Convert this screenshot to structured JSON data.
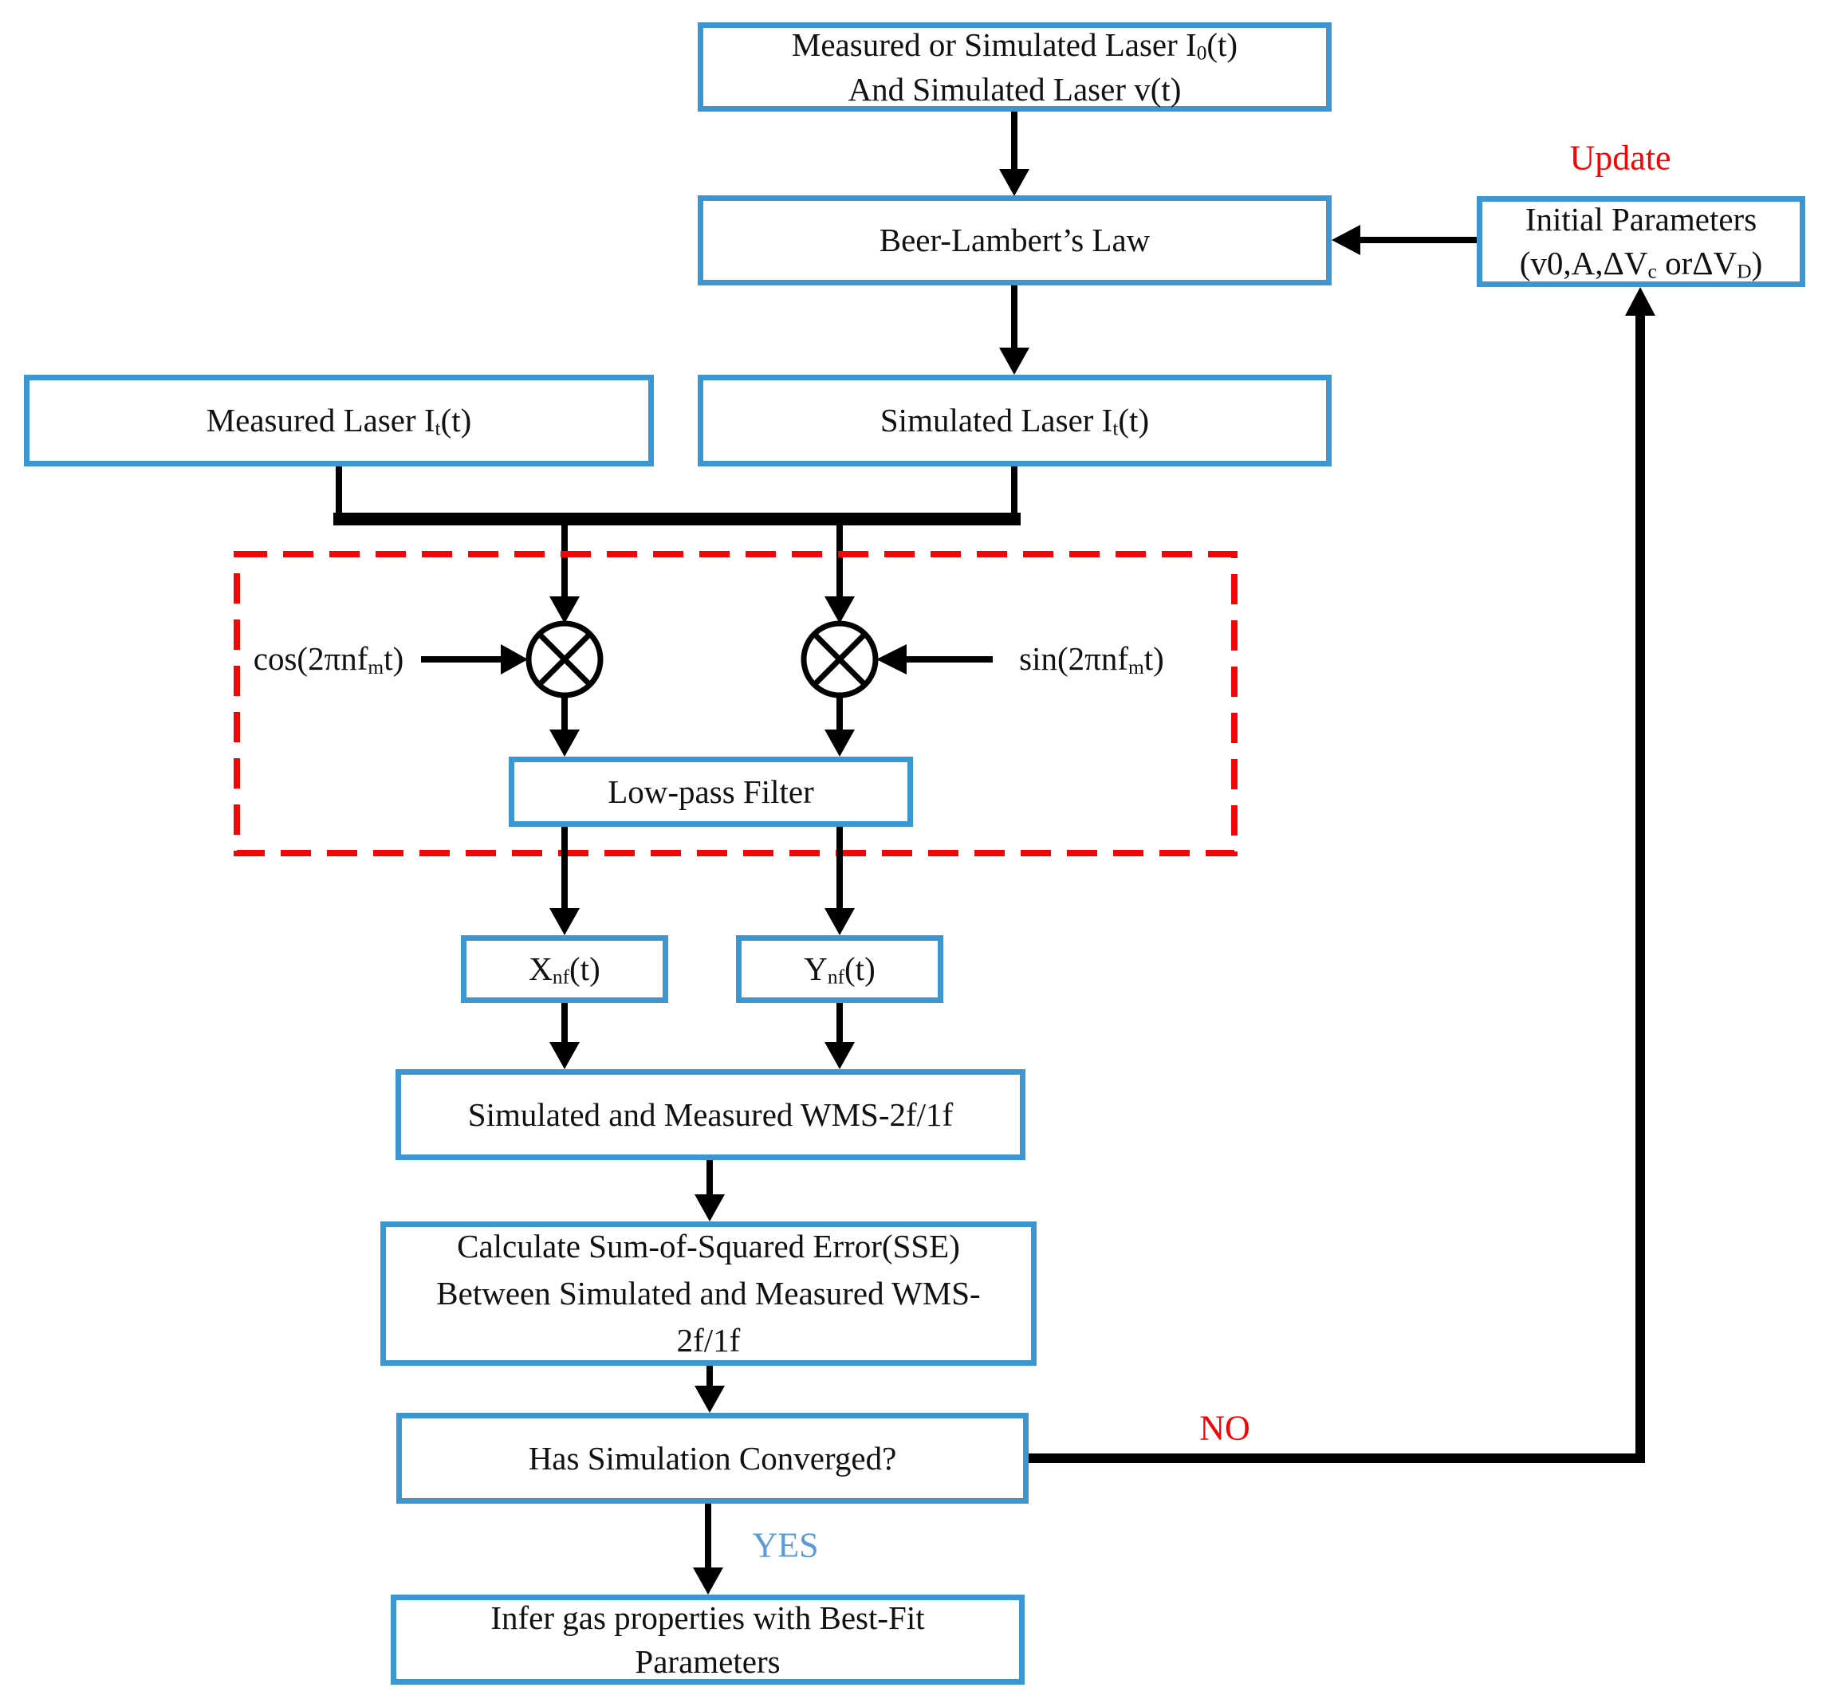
{
  "colors": {
    "box_border": "#3b96d2",
    "arrow": "#000000",
    "dashed_region": "#f40404",
    "update_label": "#f40404",
    "no_label": "#f40404",
    "yes_label": "#5b9bd5",
    "text": "#111111",
    "background": "#ffffff"
  },
  "nodes": {
    "source": {
      "lines": [
        [
          {
            "t": "Measured or Simulated Laser I"
          },
          {
            "t": "0",
            "sub": true
          },
          {
            "t": "(t)"
          }
        ],
        [
          {
            "t": "And Simulated Laser v(t)"
          }
        ]
      ]
    },
    "beer_lambert": {
      "lines": [
        [
          {
            "t": "Beer-Lambert’s Law"
          }
        ]
      ]
    },
    "initial_params": {
      "lines": [
        [
          {
            "t": "Initial Parameters"
          }
        ],
        [
          {
            "t": "(v0,A,ΔV"
          },
          {
            "t": "c",
            "sub": true
          },
          {
            "t": " orΔV"
          },
          {
            "t": "D",
            "sub": true
          },
          {
            "t": ")"
          }
        ]
      ]
    },
    "measured_laser": {
      "lines": [
        [
          {
            "t": "Measured Laser I"
          },
          {
            "t": "t",
            "sub": true
          },
          {
            "t": "(t)"
          }
        ]
      ]
    },
    "simulated_laser": {
      "lines": [
        [
          {
            "t": "Simulated Laser I"
          },
          {
            "t": "t",
            "sub": true
          },
          {
            "t": "(t)"
          }
        ]
      ]
    },
    "lowpass": {
      "lines": [
        [
          {
            "t": "Low-pass Filter"
          }
        ]
      ]
    },
    "x_component": {
      "lines": [
        [
          {
            "t": "X"
          },
          {
            "t": "nf",
            "sub": true
          },
          {
            "t": "(t)"
          }
        ]
      ]
    },
    "y_component": {
      "lines": [
        [
          {
            "t": "Y"
          },
          {
            "t": "nf",
            "sub": true
          },
          {
            "t": "(t)"
          }
        ]
      ]
    },
    "wms": {
      "lines": [
        [
          {
            "t": "Simulated and Measured WMS-2f/1f"
          }
        ]
      ]
    },
    "sse": {
      "lines": [
        [
          {
            "t": "Calculate Sum-of-Squared Error(SSE)"
          }
        ],
        [
          {
            "t": "Between Simulated and Measured WMS-"
          }
        ],
        [
          {
            "t": "2f/1f"
          }
        ]
      ]
    },
    "converged": {
      "lines": [
        [
          {
            "t": "Has Simulation Converged?"
          }
        ]
      ]
    },
    "infer": {
      "lines": [
        [
          {
            "t": "Infer gas properties with Best-Fit"
          }
        ],
        [
          {
            "t": "Parameters"
          }
        ]
      ]
    }
  },
  "labels": {
    "update": "Update",
    "no": "NO",
    "yes": "YES",
    "cos_modulation": [
      [
        {
          "t": "cos(2πnf"
        },
        {
          "t": "m",
          "sub": true
        },
        {
          "t": "t)"
        }
      ]
    ],
    "sin_modulation": [
      [
        {
          "t": "sin(2πnf"
        },
        {
          "t": "m",
          "sub": true
        },
        {
          "t": "t)"
        }
      ]
    ]
  },
  "icons": {
    "multiplier_left": "multiply-in-circle",
    "multiplier_right": "multiply-in-circle"
  }
}
